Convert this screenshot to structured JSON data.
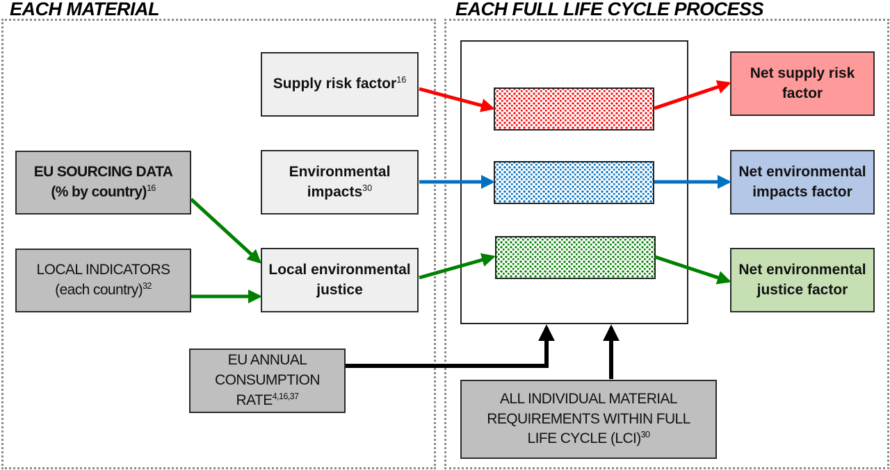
{
  "headers": {
    "left": "EACH MATERIAL",
    "right": "EACH FULL LIFE CYCLE PROCESS"
  },
  "inputs": {
    "eu_sourcing": {
      "line1": "EU SOURCING DATA",
      "line2": "(% by country)",
      "ref": "16"
    },
    "local_indicators": {
      "line1": "LOCAL INDICATORS",
      "line2": "(each country)",
      "ref": "32"
    },
    "supply_risk": {
      "text": "Supply risk factor",
      "ref": "16"
    },
    "env_impacts": {
      "line1": "Environmental",
      "line2": "impacts",
      "ref": "30"
    },
    "local_justice": {
      "line1": "Local environmental",
      "line2": "justice"
    },
    "eu_consumption": {
      "line1": "EU ANNUAL CONSUMPTION",
      "line2": "RATE",
      "ref": "4,16,37"
    },
    "lci": {
      "line1": "ALL INDIVIDUAL MATERIAL",
      "line2": "REQUIREMENTS WITHIN FULL",
      "line3": "LIFE CYCLE (LCI)",
      "ref": "30"
    }
  },
  "outputs": {
    "supply": {
      "line1": "Net supply risk",
      "line2": "factor"
    },
    "env": {
      "line1": "Net environmental",
      "line2": "impacts factor"
    },
    "justice": {
      "line1": "Net environmental",
      "line2": "justice factor"
    }
  },
  "colors": {
    "supply_arrow": "#ff0000",
    "env_arrow": "#0070c0",
    "justice_arrow": "#008000",
    "control_arrow": "#000000",
    "supply_output_fill": "#ff9a9a",
    "env_output_fill": "#b4c7e7",
    "justice_output_fill": "#c6e0b4",
    "input_grey_fill": "#bfbfbf",
    "input_light_fill": "#efefef"
  }
}
